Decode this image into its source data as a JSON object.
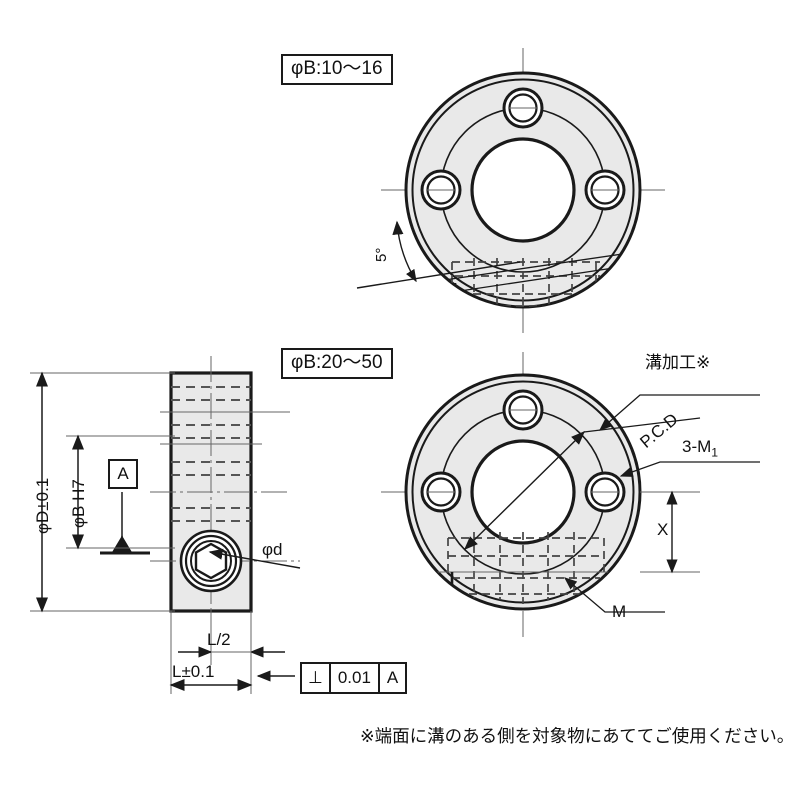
{
  "drawing": {
    "title": "set collar technical drawing",
    "views": {
      "top_face_label": "φB:10～16",
      "bottom_face_label": "φB:20～50"
    },
    "colors": {
      "line": "#1a1a1a",
      "fill": "#e9e9e9",
      "hidden": "#555555",
      "center": "#666666",
      "background": "#ffffff"
    },
    "dimensions": {
      "outer_diameter": "φD±0.1",
      "bore_diameter": "φB H7",
      "screw_diameter": "φd",
      "half_length": "L/2",
      "length": "L±0.1",
      "angle": "5°",
      "groove_depth": "X"
    },
    "annotations": {
      "groove_machining": "溝加工※",
      "pitch_circle_diameter": "P.C.D",
      "tapped_holes": "3-M",
      "tapped_holes_subscript": "1",
      "groove_width": "M",
      "datum_letter": "A"
    },
    "tolerance_frame": {
      "symbol": "⊥",
      "value": "0.01",
      "datum": "A"
    },
    "footnote": "※端面に溝のある側を対象物にあててご使用ください。"
  }
}
